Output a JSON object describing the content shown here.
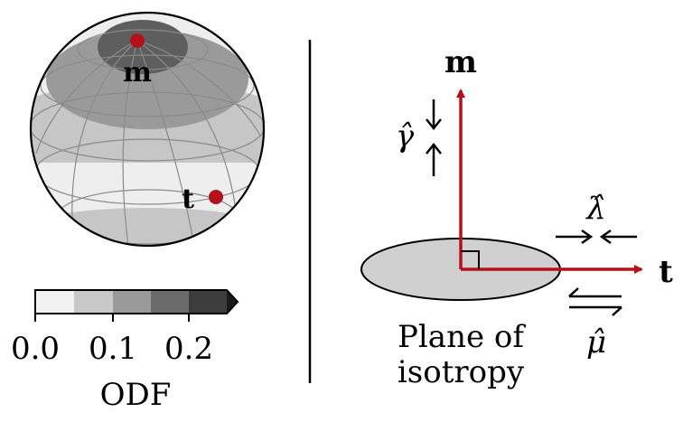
{
  "sphere": {
    "point_m_label": "m",
    "point_t_label": "t",
    "band_colors": [
      "#2e2e2e",
      "#7a7a7a",
      "#9a9a9a",
      "#c6c6c6",
      "#eeeeee"
    ],
    "marker_color": "#b3121b"
  },
  "colorbar": {
    "ticks": [
      "0.0",
      "0.1",
      "0.2"
    ],
    "label": "ODF",
    "swatches": [
      "#f2f2f2",
      "#c8c8c8",
      "#9a9a9a",
      "#6b6b6b",
      "#3c3c3c",
      "#1a1a1a"
    ]
  },
  "schematic": {
    "axis_m_label": "m",
    "axis_t_label": "t",
    "gamma_label": "γ̂",
    "lambda_label": "λ̂",
    "mu_label": "μ̂",
    "plane_label_line1": "Plane of",
    "plane_label_line2": "isotropy",
    "axis_color": "#b3121b",
    "plane_color": "#d0d0d0"
  }
}
